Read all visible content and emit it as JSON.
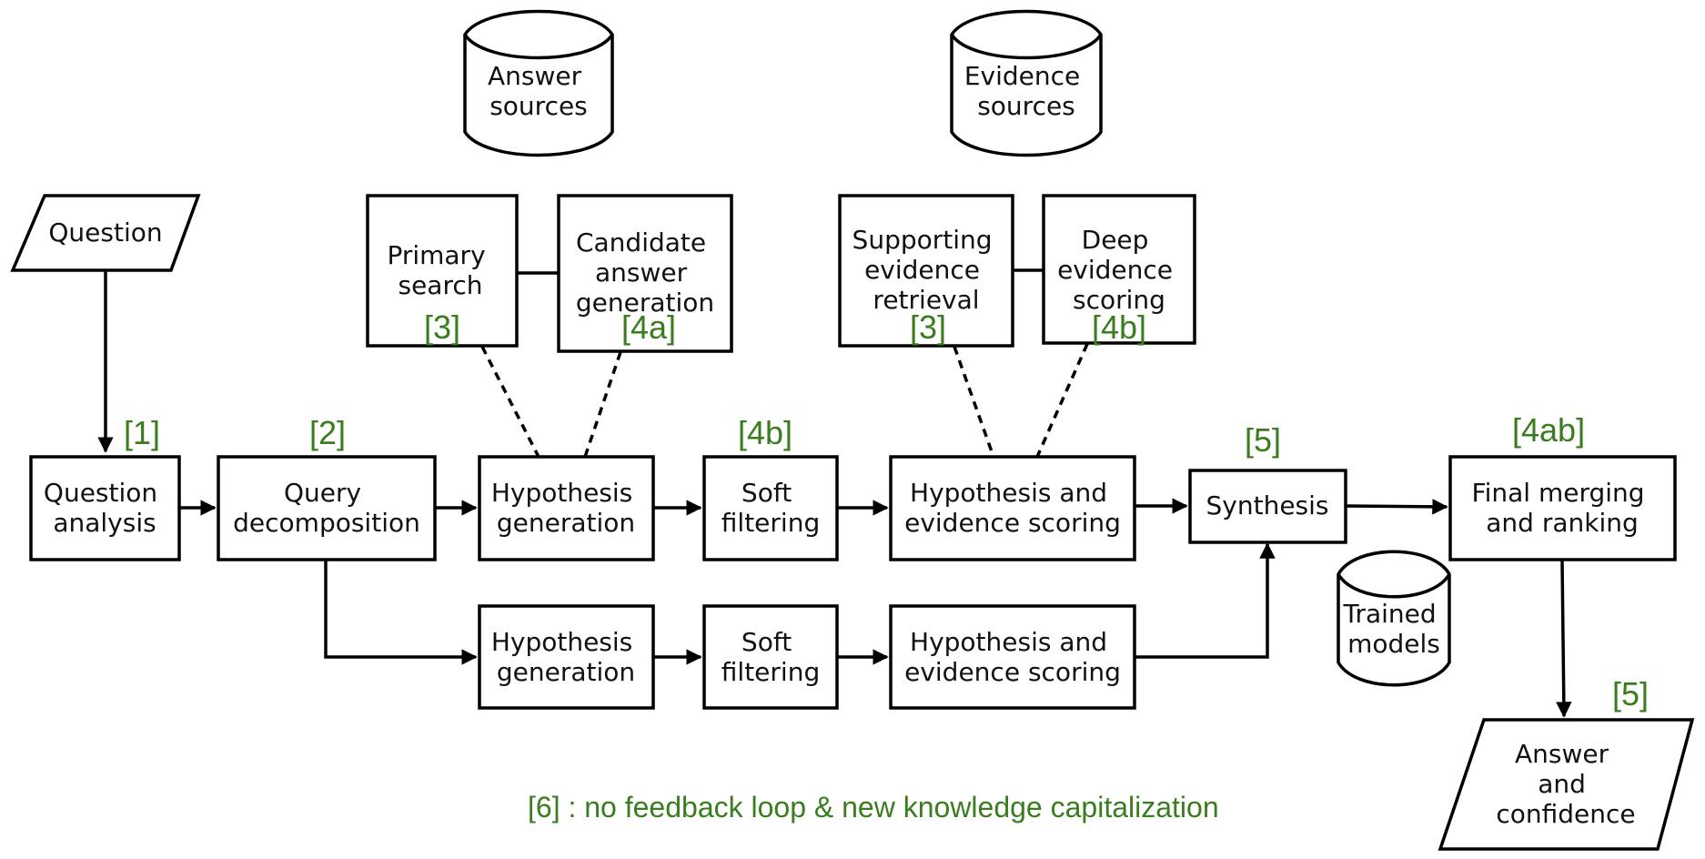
{
  "nodes": {
    "question": [
      "Question"
    ],
    "question_analysis": [
      "Question",
      "analysis"
    ],
    "query_decomposition": [
      "Query",
      "decomposition"
    ],
    "hyp_gen_top": [
      "Hypothesis",
      "generation"
    ],
    "soft_filter_top": [
      "Soft",
      "filtering"
    ],
    "hyp_score_top": [
      "Hypothesis and",
      "evidence scoring"
    ],
    "synthesis": [
      "Synthesis"
    ],
    "final_merging": [
      "Final merging",
      "and ranking"
    ],
    "hyp_gen_bottom": [
      "Hypothesis",
      "generation"
    ],
    "soft_filter_bottom": [
      "Soft",
      "filtering"
    ],
    "hyp_score_bottom": [
      "Hypothesis and",
      "evidence scoring"
    ],
    "primary_search": [
      "Primary",
      "search"
    ],
    "candidate_answer": [
      "Candidate",
      "answer",
      "generation"
    ],
    "supporting_evidence": [
      "Supporting",
      "evidence",
      "retrieval"
    ],
    "deep_evidence": [
      "Deep",
      "evidence",
      "scoring"
    ],
    "answer_sources": [
      "Answer",
      "sources"
    ],
    "evidence_sources": [
      "Evidence",
      "sources"
    ],
    "trained_models": [
      "Trained",
      "models"
    ],
    "answer_confidence": [
      "Answer",
      "and",
      "confidence"
    ]
  },
  "tags": {
    "t1": "[1]",
    "t2": "[2]",
    "t3a": "[3]",
    "t4a": "[4a]",
    "t4b_filter": "[4b]",
    "t3b": "[3]",
    "t4b_deep": "[4b]",
    "t5_synthesis": "[5]",
    "t4ab": "[4ab]",
    "t5_answer": "[5]"
  },
  "footnote": "[6] : no feedback loop & new knowledge capitalization",
  "colors": {
    "line": "#000000",
    "tag": "#3a7d1e"
  }
}
